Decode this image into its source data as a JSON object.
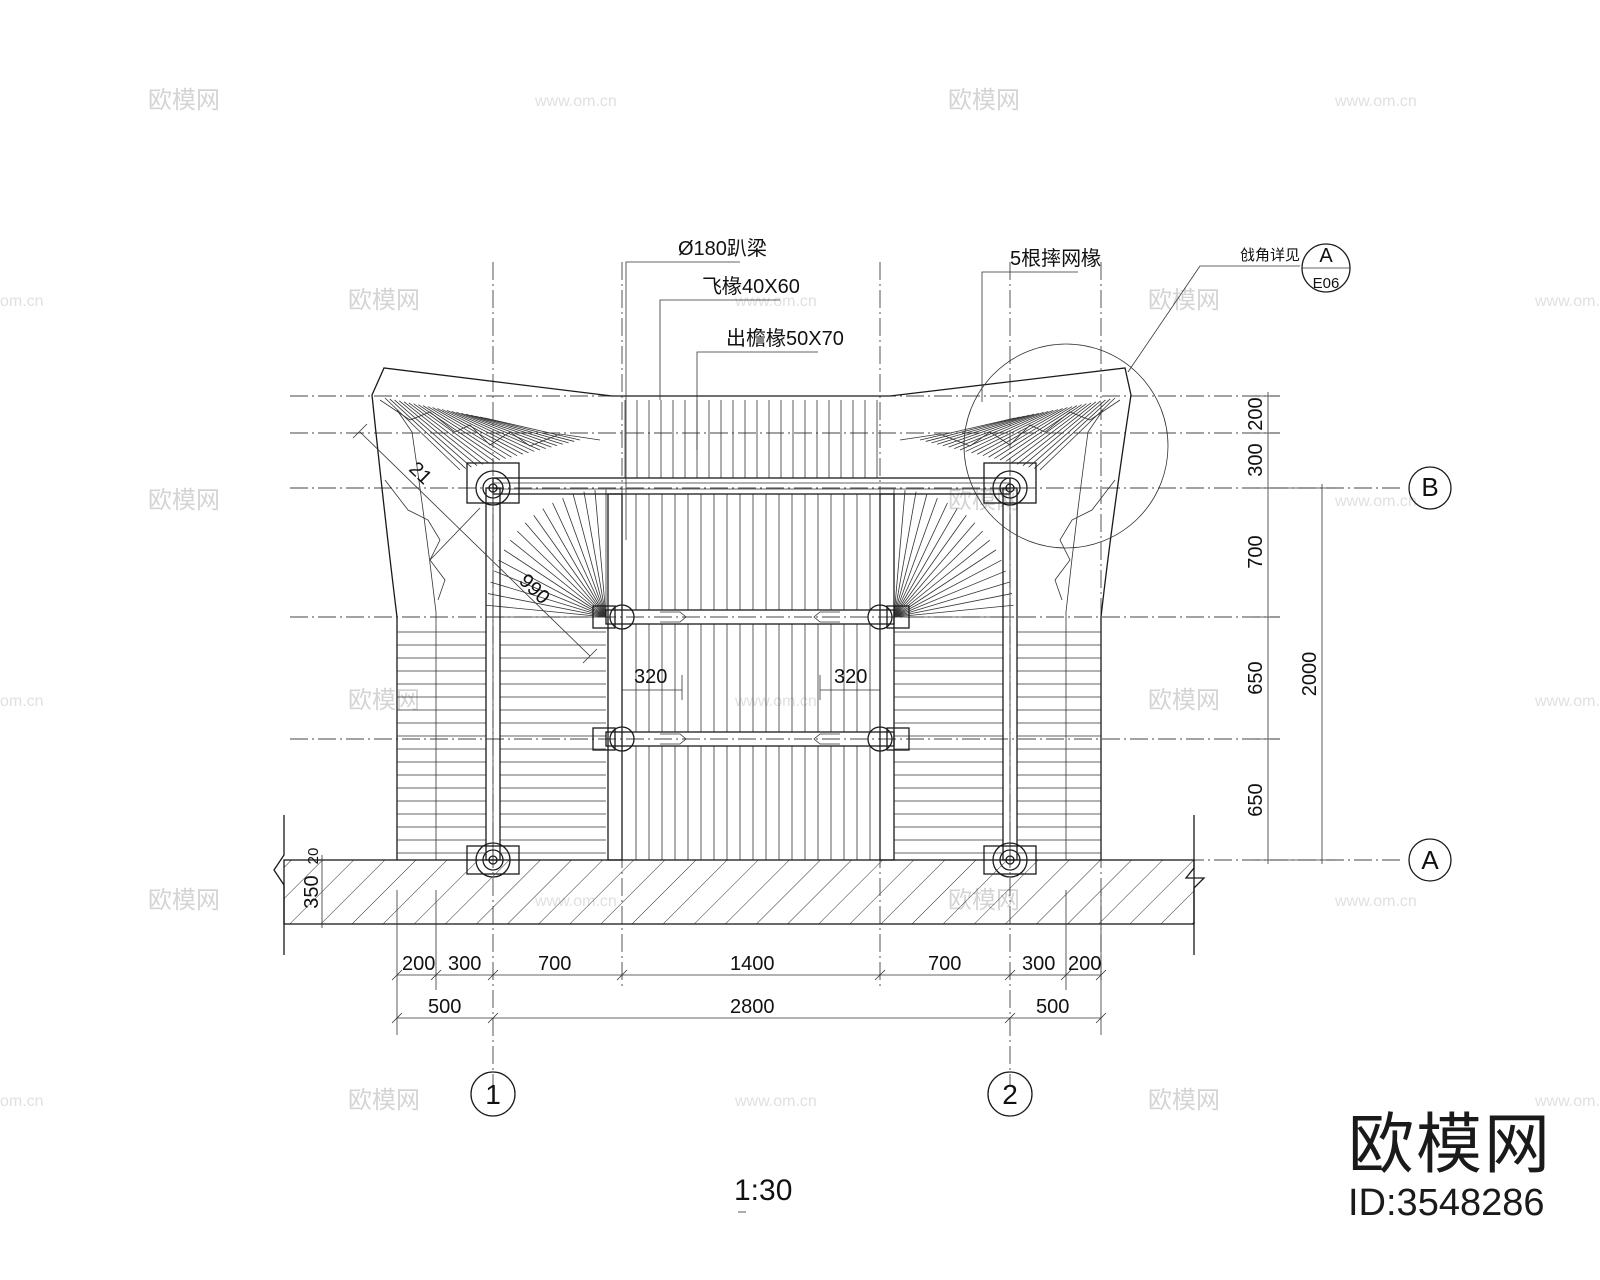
{
  "annotations": {
    "beam": "Ø180趴梁",
    "flying_rafter": "飞椽40X60",
    "eave_rafter": "出檐椽50X70",
    "net_rafters": "5根摔网椽",
    "corner_detail": "戗角详见",
    "detail_ref_top": "A",
    "detail_ref_bottom": "E06"
  },
  "dims_bottom_row1": [
    "200",
    "300",
    "700",
    "1400",
    "700",
    "300",
    "200"
  ],
  "dims_bottom_row2": [
    "500",
    "2800",
    "500"
  ],
  "dims_right_inner": [
    "200",
    "300",
    "700",
    "650",
    "650"
  ],
  "dims_right_total": "2000",
  "dims_left": "350",
  "dims_left_small": "20",
  "dims_inner": [
    "320",
    "320"
  ],
  "diag_dims": [
    "990",
    "21"
  ],
  "axis_labels": {
    "row_b": "B",
    "row_a": "A",
    "col_1": "1",
    "col_2": "2"
  },
  "scale": "1:30",
  "watermarks": {
    "brand_cn": "欧模网",
    "site": "www.om.cn",
    "site_cut": "om.cn"
  },
  "brand": {
    "name": "欧模网",
    "id": "ID:3548286"
  }
}
